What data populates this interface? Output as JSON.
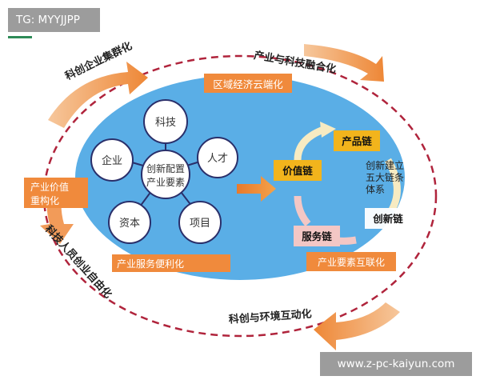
{
  "watermarks": {
    "top_left": "TG: MYYJJPP",
    "bottom_right": "www.z-pc-kaiyun.com"
  },
  "arc_labels": {
    "top_left": "科创企业集群化",
    "top_right": "产业与科技融合化",
    "bottom": "科创与环境互动化",
    "left": "科技人员创业自由化"
  },
  "orange_labels": {
    "top": "区域经济云端化",
    "left_1": "产业价值",
    "left_2": "重构化",
    "bottom_left": "产业服务便利化",
    "bottom_right": "产业要素互联化"
  },
  "hub": {
    "center_1": "创新配置",
    "center_2": "产业要素",
    "nodes": [
      "科技",
      "人才",
      "项目",
      "资本",
      "企业"
    ]
  },
  "chain": {
    "value": "价值链",
    "product": "产品链",
    "innovation": "创新链",
    "service": "服务链"
  },
  "chain_caption": [
    "创新建立",
    "五大链条",
    "体系"
  ],
  "colors": {
    "ellipse_fill": "#5aaee6",
    "orange": "#f08a3c",
    "yellow": "#f2b41c",
    "pink": "#f3c7c5",
    "dashed_red": "#b0243c",
    "arrow_orange": "#f0913c"
  }
}
